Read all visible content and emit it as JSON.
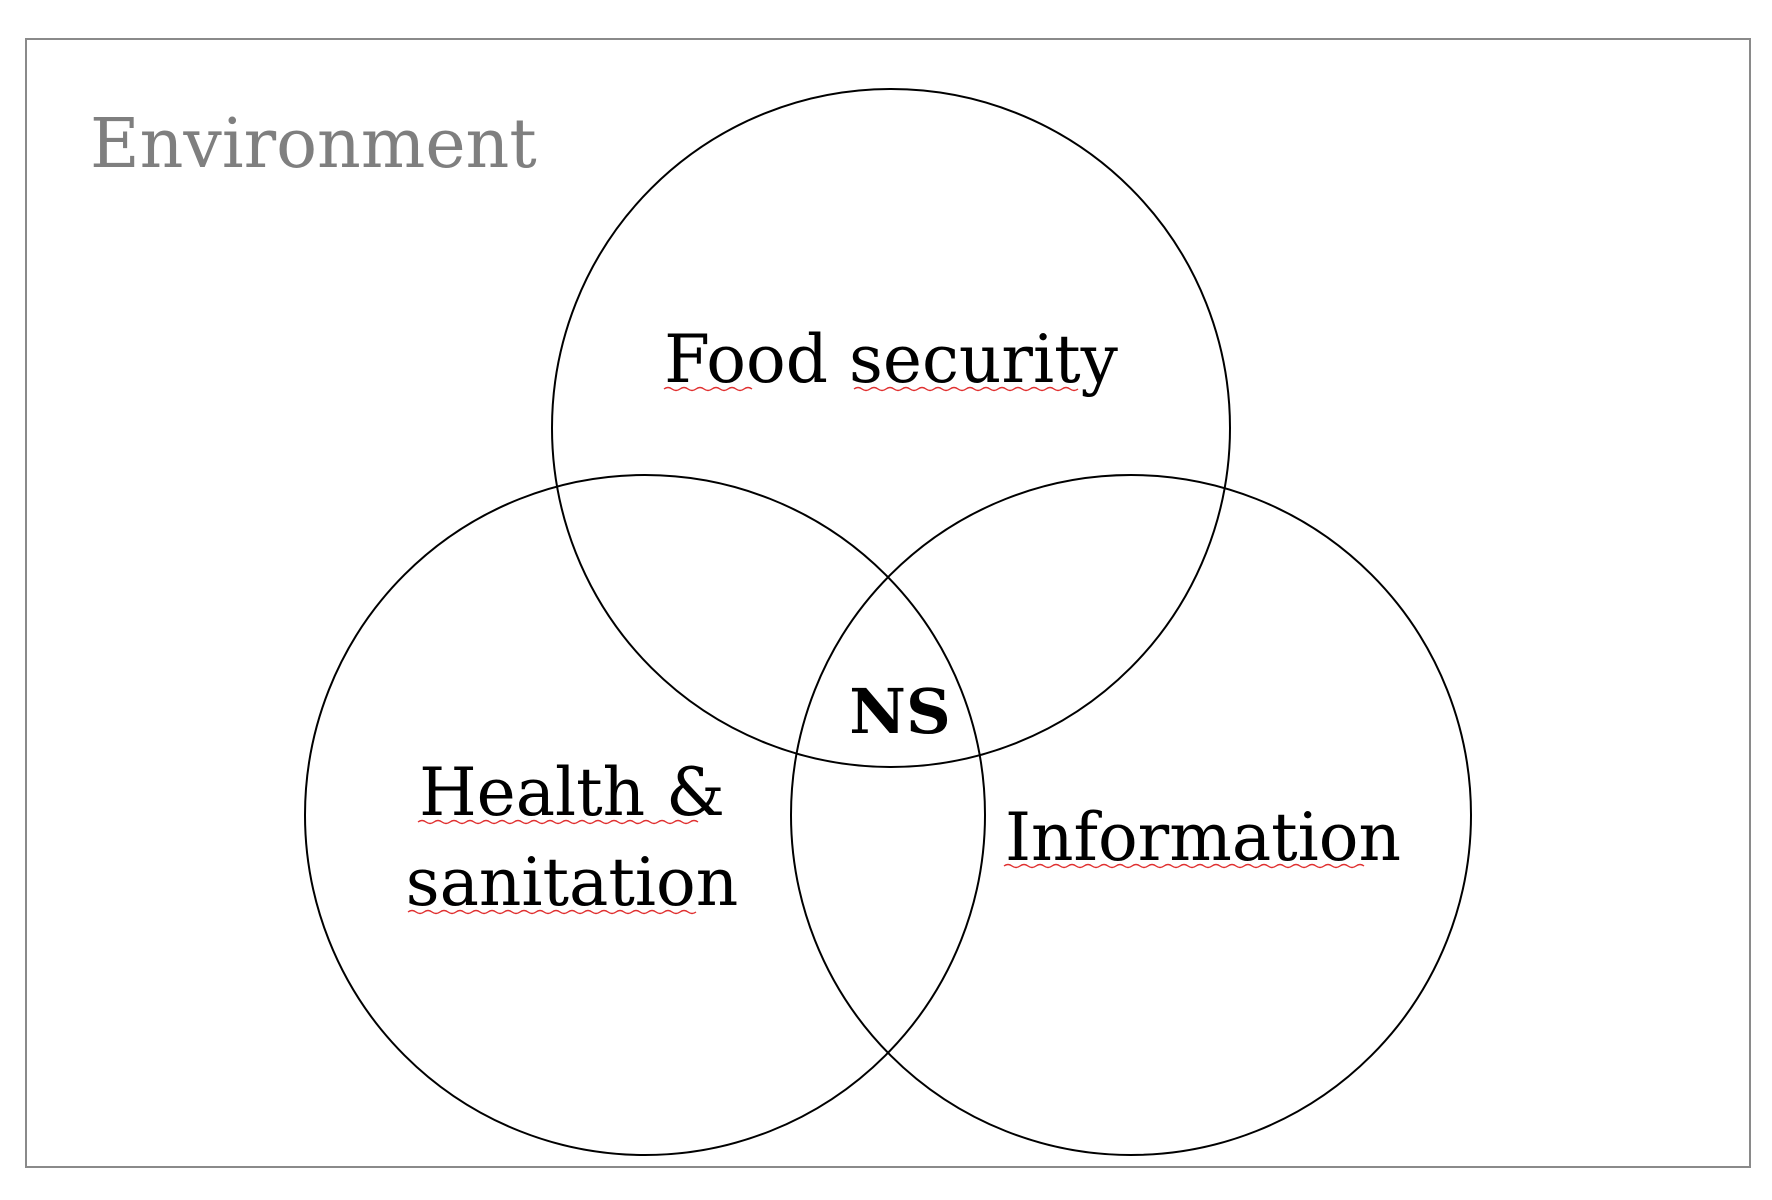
{
  "environment_label": "Environment",
  "sets": {
    "food_security": "Food security",
    "health_line1": "Health &",
    "health_line2": "sanitation",
    "information": "Information"
  },
  "center_label": "NS",
  "colors": {
    "frame": "#8a8a8a",
    "environment_text": "#7f7f7f",
    "circle_stroke": "#000000",
    "spellcheck_underline": "#e03030"
  }
}
